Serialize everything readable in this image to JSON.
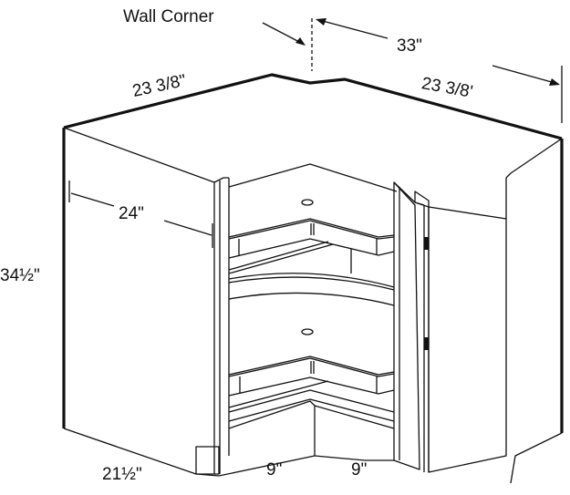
{
  "diagram": {
    "title": "Lazy Susan Corner Base Cabinet",
    "labels": {
      "wall_corner": "Wall Corner",
      "overall_width": "33\"",
      "left_side_width": "23 3/8\"",
      "right_side_width": "23 3/8'",
      "depth": "24\"",
      "height": "34½\"",
      "toe_width": "21½\"",
      "left_opening": "9\"",
      "right_opening": "9\""
    }
  }
}
